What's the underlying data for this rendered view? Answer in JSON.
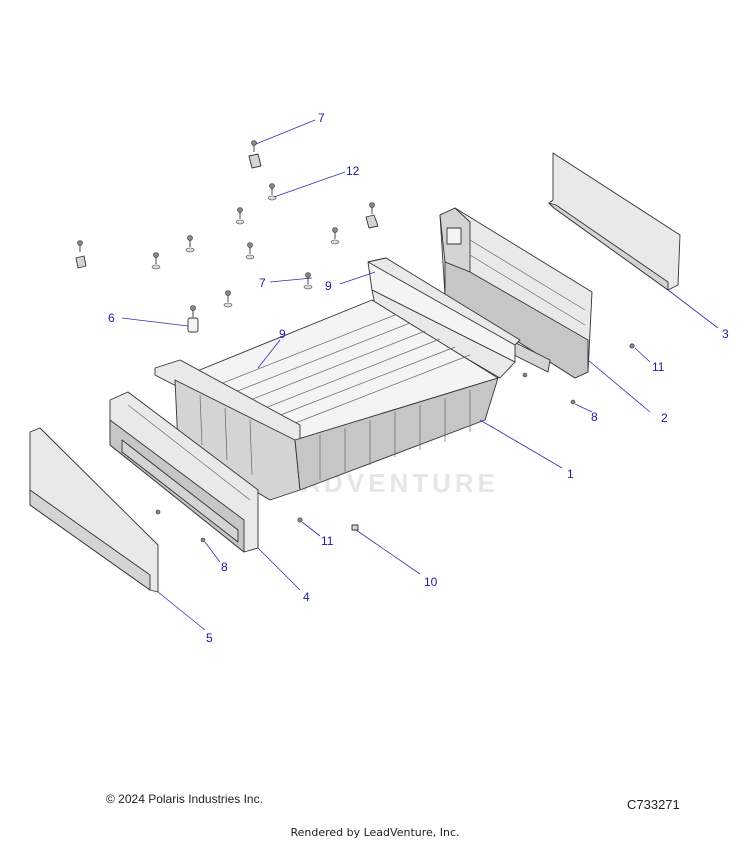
{
  "watermark": "LEADVENTURE",
  "callouts": [
    {
      "id": "c1",
      "label": "1"
    },
    {
      "id": "c2",
      "label": "2"
    },
    {
      "id": "c3",
      "label": "3"
    },
    {
      "id": "c4",
      "label": "4"
    },
    {
      "id": "c5",
      "label": "5"
    },
    {
      "id": "c6",
      "label": "6"
    },
    {
      "id": "c7a",
      "label": "7"
    },
    {
      "id": "c7b",
      "label": "7"
    },
    {
      "id": "c8a",
      "label": "8"
    },
    {
      "id": "c8b",
      "label": "8"
    },
    {
      "id": "c9a",
      "label": "9"
    },
    {
      "id": "c9b",
      "label": "9"
    },
    {
      "id": "c10",
      "label": "10"
    },
    {
      "id": "c11a",
      "label": "11"
    },
    {
      "id": "c11b",
      "label": "11"
    },
    {
      "id": "c12",
      "label": "12"
    }
  ],
  "footer": {
    "copyright": "© 2024 Polaris Industries Inc.",
    "diagram_code": "C733271",
    "rendered_by": "Rendered by LeadVenture, Inc."
  }
}
